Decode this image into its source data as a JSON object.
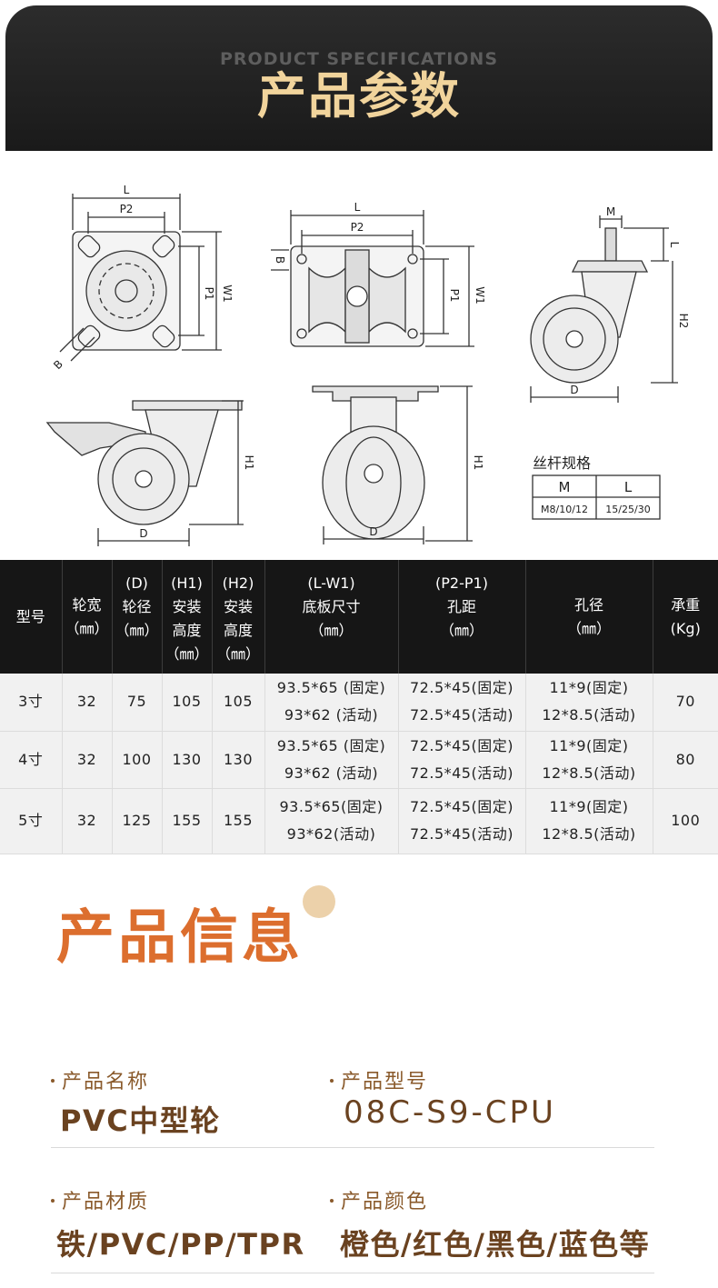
{
  "banner": {
    "subtitle_en": "PRODUCT SPECIFICATIONS",
    "title_cn": "产品参数"
  },
  "drawing_labels": {
    "L": "L",
    "P2": "P2",
    "W1": "W1",
    "P1": "P1",
    "B": "B",
    "M": "M",
    "H1": "H1",
    "H2": "H2",
    "D": "D"
  },
  "thread_spec": {
    "title": "丝杆规格",
    "headers": [
      "M",
      "L"
    ],
    "values": [
      "M8/10/12",
      "15/25/30"
    ]
  },
  "spec_table": {
    "headers": [
      {
        "code": "",
        "lines": [
          "型号"
        ]
      },
      {
        "code": "",
        "lines": [
          "轮宽",
          "（㎜）"
        ]
      },
      {
        "code": "(D)",
        "lines": [
          "轮径",
          "（㎜）"
        ]
      },
      {
        "code": "(H1)",
        "lines": [
          "安装",
          "高度",
          "（㎜）"
        ]
      },
      {
        "code": "(H2)",
        "lines": [
          "安装",
          "高度",
          "（㎜）"
        ]
      },
      {
        "code": "(L-W1)",
        "lines": [
          "底板尺寸",
          "（㎜）"
        ]
      },
      {
        "code": "(P2-P1)",
        "lines": [
          "孔距",
          "（㎜）"
        ]
      },
      {
        "code": "",
        "lines": [
          "孔径",
          "（㎜）"
        ]
      },
      {
        "code": "",
        "lines": [
          "承重",
          "(Kg)"
        ]
      }
    ],
    "rows": [
      {
        "model": "3寸",
        "width": "32",
        "diameter": "75",
        "h1": "105",
        "h2": "105",
        "plate": [
          "93.5*65 (固定)",
          "93*62 (活动)"
        ],
        "hole_pitch": [
          "72.5*45(固定)",
          "72.5*45(活动)"
        ],
        "hole_dia": [
          "11*9(固定)",
          "12*8.5(活动)"
        ],
        "load": "70"
      },
      {
        "model": "4寸",
        "width": "32",
        "diameter": "100",
        "h1": "130",
        "h2": "130",
        "plate": [
          "93.5*65 (固定)",
          "93*62 (活动)"
        ],
        "hole_pitch": [
          "72.5*45(固定)",
          "72.5*45(活动)"
        ],
        "hole_dia": [
          "11*9(固定)",
          "12*8.5(活动)"
        ],
        "load": "80"
      },
      {
        "model": "5寸",
        "width": "32",
        "diameter": "125",
        "h1": "155",
        "h2": "155",
        "plate": [
          "93.5*65(固定)",
          "93*62(活动)"
        ],
        "hole_pitch": [
          "72.5*45(固定)",
          "72.5*45(活动)"
        ],
        "hole_dia": [
          "11*9(固定)",
          "12*8.5(活动)"
        ],
        "load": "100"
      }
    ]
  },
  "product_info": {
    "title": "产品信息",
    "fields": [
      {
        "label": "产品名称",
        "value": "PVC中型轮"
      },
      {
        "label": "产品型号",
        "value": "08C-S9-CPU"
      },
      {
        "label": "产品材质",
        "value": "铁/PVC/PP/TPR"
      },
      {
        "label": "产品颜色",
        "value": "橙色/红色/黑色/蓝色等"
      }
    ]
  },
  "colors": {
    "banner_title": "#f1d49c",
    "info_title": "#dc6e2e",
    "field_value": "#6a4220",
    "table_header_bg": "#161616"
  }
}
